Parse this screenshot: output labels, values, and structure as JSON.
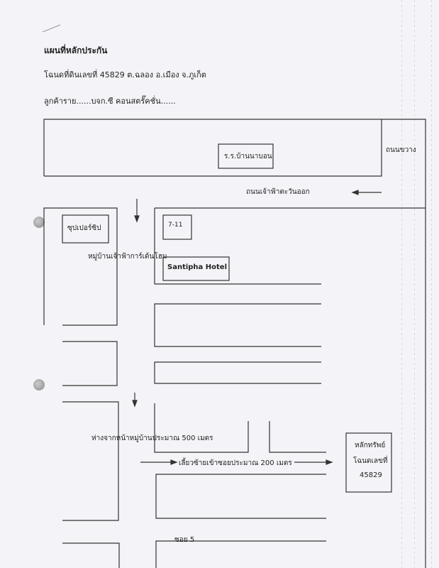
{
  "header": {
    "title": "แผนที่หลักประกัน",
    "deed_line": "โฉนดที่ดินเลขที่ 45829   ต.ฉลอง   อ.เมือง   จ.ภูเก็ต",
    "customer_line": "ลูกค้าราย......บจก.ซี คอนสตรั๊คชั่น......"
  },
  "map": {
    "school": "ร.ร.บ้านนาบอน",
    "cross_road": "ถนนขวาง",
    "main_road": "ถนนเจ้าฟ้าตะวันออก",
    "supercheap": "ซุปเปอร์ซิป",
    "seven_eleven": "7-11",
    "village": "หมู่บ้านเจ้าฟ้าการ์เด้นโฮม",
    "hotel": "Santipha Hotel",
    "distance_note": "ห่างจากหน้าหมู่บ้านประมาณ 500 เมตร",
    "turn_note": "เลี้ยวซ้ายเข้าซอยประมาณ 200 เมตร",
    "property": [
      "หลักทรัพย์",
      "โฉนดเลขที่",
      "45829"
    ],
    "soi": "ซอย 5"
  }
}
